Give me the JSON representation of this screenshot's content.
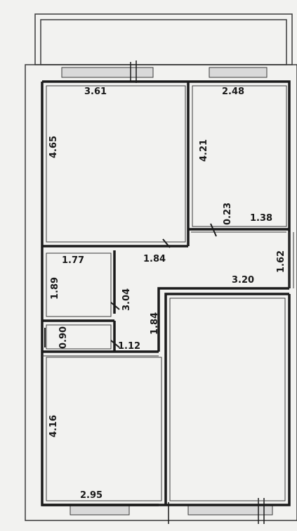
{
  "plan": {
    "colors": {
      "paper": "#f2f2f0",
      "wall": "#1b1b1b",
      "thin_line": "#3a3a3a",
      "window_fill": "#d9d9d9"
    },
    "labels": {
      "top_left_width": "3.61",
      "top_left_height": "4.65",
      "top_right_width": "2.48",
      "top_right_height": "4.21",
      "small_gap": "0.23",
      "balcony_strip": "1.38",
      "right_side": "1.62",
      "hall_top": "1.84",
      "hall_right": "3.20",
      "hall_vertical": "3.04",
      "hall_vertical_lower": "1.84",
      "small_room_width": "1.77",
      "small_room_height": "1.89",
      "closet_height": "0.90",
      "closet_width": "1.12",
      "bottom_left_height": "4.16",
      "bottom_left_width": "2.95"
    }
  }
}
